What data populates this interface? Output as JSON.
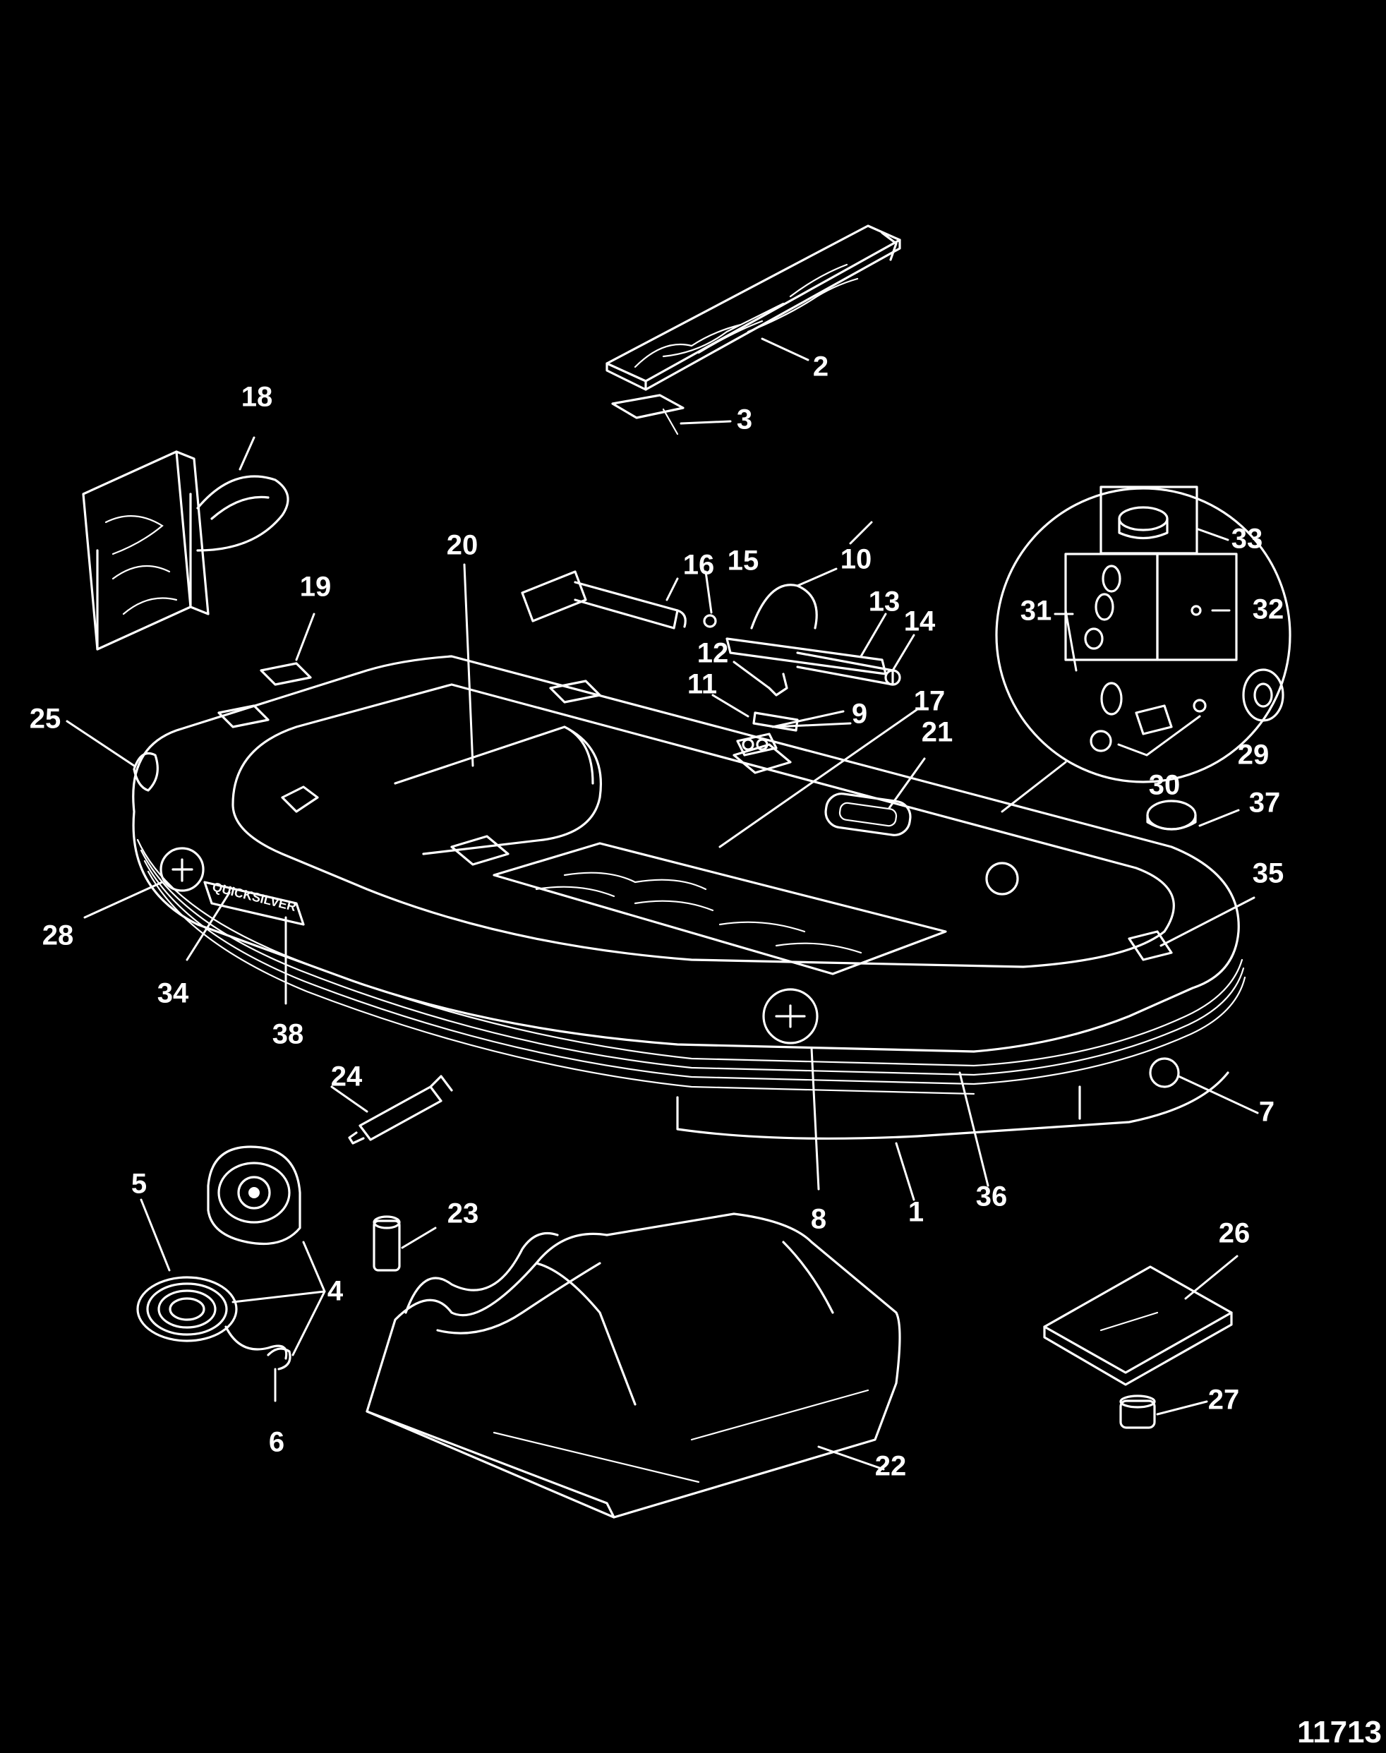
{
  "figure_id": "11713",
  "brand_label": "QUICKSILVER",
  "colors": {
    "background": "#000000",
    "linework": "#ffffff"
  },
  "callouts": [
    {
      "id": "c1",
      "label": "1"
    },
    {
      "id": "c2",
      "label": "2"
    },
    {
      "id": "c3",
      "label": "3"
    },
    {
      "id": "c4",
      "label": "4"
    },
    {
      "id": "c5",
      "label": "5"
    },
    {
      "id": "c6",
      "label": "6"
    },
    {
      "id": "c7",
      "label": "7"
    },
    {
      "id": "c8",
      "label": "8"
    },
    {
      "id": "c9",
      "label": "9"
    },
    {
      "id": "c10",
      "label": "10"
    },
    {
      "id": "c11",
      "label": "11"
    },
    {
      "id": "c12",
      "label": "12"
    },
    {
      "id": "c13",
      "label": "13"
    },
    {
      "id": "c14",
      "label": "14"
    },
    {
      "id": "c15",
      "label": "15"
    },
    {
      "id": "c16",
      "label": "16"
    },
    {
      "id": "c17",
      "label": "17"
    },
    {
      "id": "c18",
      "label": "18"
    },
    {
      "id": "c19",
      "label": "19"
    },
    {
      "id": "c20",
      "label": "20"
    },
    {
      "id": "c21",
      "label": "21"
    },
    {
      "id": "c22",
      "label": "22"
    },
    {
      "id": "c23",
      "label": "23"
    },
    {
      "id": "c24",
      "label": "24"
    },
    {
      "id": "c25",
      "label": "25"
    },
    {
      "id": "c26",
      "label": "26"
    },
    {
      "id": "c27",
      "label": "27"
    },
    {
      "id": "c28",
      "label": "28"
    },
    {
      "id": "c29",
      "label": "29"
    },
    {
      "id": "c30",
      "label": "30"
    },
    {
      "id": "c31",
      "label": "31"
    },
    {
      "id": "c32",
      "label": "32"
    },
    {
      "id": "c33",
      "label": "33"
    },
    {
      "id": "c34",
      "label": "34"
    },
    {
      "id": "c35",
      "label": "35"
    },
    {
      "id": "c36",
      "label": "36"
    },
    {
      "id": "c37",
      "label": "37"
    },
    {
      "id": "c38",
      "label": "38"
    }
  ]
}
